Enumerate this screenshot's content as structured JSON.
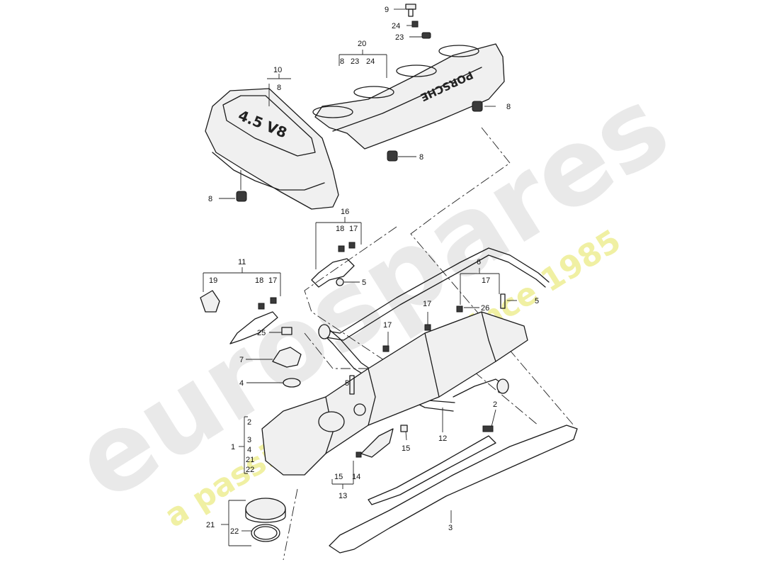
{
  "watermark": {
    "brand": "eurospares",
    "tagline": "a passion for parts since 1985",
    "brand_color": "#e6e6e6",
    "tagline_color": "#efef9a"
  },
  "covers": {
    "left_badge": "4.5 V8",
    "right_badge": "PORSCHE"
  },
  "callouts": {
    "c9": "9",
    "c24a": "24",
    "c23a": "23",
    "c20": "20",
    "c20_8": "8",
    "c20_23": "23",
    "c20_24": "24",
    "c10": "10",
    "c10_8": "8",
    "c8_right": "8",
    "c8_mid": "8",
    "c8_left": "8",
    "c16": "16",
    "c16_18": "18",
    "c16_17": "17",
    "c11": "11",
    "c19": "19",
    "c11_18": "18",
    "c11_17": "17",
    "c5a": "5",
    "c5b": "5",
    "c5c": "5",
    "c6": "6",
    "c6_17": "17",
    "c26": "26",
    "c17a": "17",
    "c17b": "17",
    "c25": "25",
    "c7": "7",
    "c4": "4",
    "c1": "1",
    "c1_2": "2",
    "c1_3": "3",
    "c1_4": "4",
    "c1_21": "21",
    "c1_22": "22",
    "c2": "2",
    "c12": "12",
    "c15a": "15",
    "c15b": "15",
    "c14": "14",
    "c13": "13",
    "c21": "21",
    "c22": "22",
    "c3": "3"
  }
}
